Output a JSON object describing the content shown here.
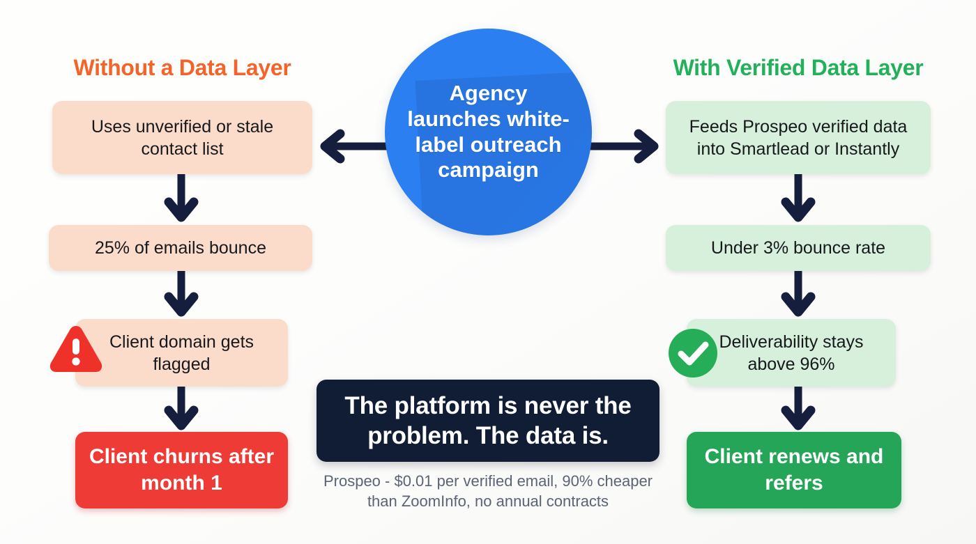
{
  "background": {
    "color": "#FDFDFC"
  },
  "palette": {
    "orange": "#F4642A",
    "green": "#22B05A",
    "blue": "#2C7FF0",
    "navy": "#111C35",
    "peach_fill": "#FBDCCB",
    "mint_fill": "#D7F0DC",
    "red_fill": "#EE3B36",
    "green_fill": "#25A557",
    "muted_text": "#5B6475"
  },
  "headings": {
    "left": "Without a Data Layer",
    "right": "With Verified Data Layer"
  },
  "hub": {
    "label": "Agency launches white-label outreach campaign",
    "lines": [
      "Agency",
      "launches",
      "white-label",
      "outreach",
      "campaign"
    ]
  },
  "left_branch": {
    "steps": [
      {
        "id": "l1",
        "text": "Uses unverified or stale contact list",
        "style": "peach"
      },
      {
        "id": "l2",
        "text": "25% of emails bounce",
        "style": "peach"
      },
      {
        "id": "l3",
        "text": "Client domain gets flagged",
        "style": "peach",
        "icon": "warning-triangle-icon"
      },
      {
        "id": "l4",
        "text": "Client churns after month 1",
        "style": "solid-red"
      }
    ]
  },
  "right_branch": {
    "steps": [
      {
        "id": "r1",
        "text": "Feeds Prospeo verified data into Smartlead or Instantly",
        "style": "mint"
      },
      {
        "id": "r2",
        "text": "Under 3% bounce rate",
        "style": "mint"
      },
      {
        "id": "r3",
        "text": "Deliverability stays above 96%",
        "style": "mint",
        "icon": "check-circle-icon"
      },
      {
        "id": "r4",
        "text": "Client renews and refers",
        "style": "solid-green"
      }
    ]
  },
  "callout": {
    "headline": "The platform is never the problem. The data is.",
    "subnote": "Prospeo - $0.01 per verified email, 90% cheaper than ZoomInfo, no annual contracts"
  },
  "chart_data": {
    "type": "diagram",
    "title": "Without a Data Layer vs With Verified Data Layer",
    "root": "Agency launches white-label outreach campaign",
    "branches": [
      {
        "name": "Without a Data Layer",
        "color": "#F4642A",
        "nodes": [
          "Uses unverified or stale contact list",
          "25% of emails bounce",
          "Client domain gets flagged",
          "Client churns after month 1"
        ],
        "metrics": [
          {
            "label": "email bounce rate",
            "value": 25,
            "unit": "%"
          },
          {
            "label": "client retention after month 1",
            "value": 0,
            "unit": "%"
          }
        ]
      },
      {
        "name": "With Verified Data Layer",
        "color": "#22B05A",
        "nodes": [
          "Feeds Prospeo verified data into Smartlead or Instantly",
          "Under 3% bounce rate",
          "Deliverability stays above 96%",
          "Client renews and refers"
        ],
        "metrics": [
          {
            "label": "bounce rate",
            "value": 3,
            "unit": "%",
            "comparator": "under"
          },
          {
            "label": "deliverability",
            "value": 96,
            "unit": "%",
            "comparator": "above"
          }
        ]
      }
    ],
    "pricing": {
      "vendor": "Prospeo",
      "price_per_verified_email": 0.01,
      "currency": "USD",
      "savings_vs_zoominfo": "90% cheaper",
      "contract": "no annual contracts"
    }
  }
}
